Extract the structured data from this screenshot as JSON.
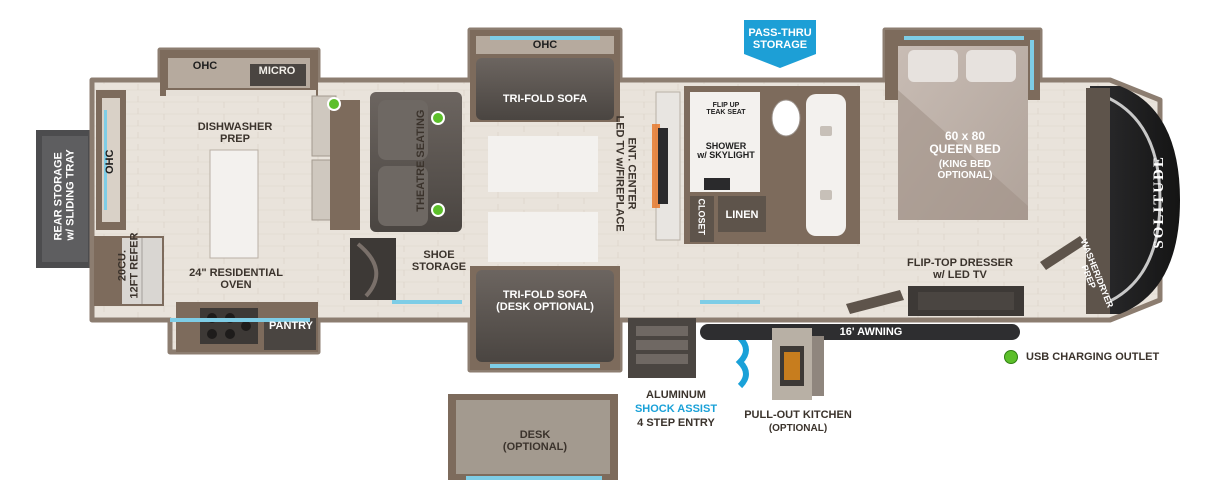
{
  "labels": {
    "rear_storage": "REAR STORAGE\nw/ SLIDING TRAY",
    "ohc_rear": "OHC",
    "ohc_top_left": "OHC",
    "micro": "MICRO",
    "dishwasher_prep": "DISHWASHER\nPREP",
    "refer": "20CU.\n12FT REFER",
    "residential_oven": "24\" RESIDENTIAL\nOVEN",
    "pantry": "PANTRY",
    "theatre_seating": "THEATRE SEATING",
    "shoe_storage": "SHOE\nSTORAGE",
    "ohc_top_middle": "OHC",
    "trifold_sofa_top": "TRI-FOLD SOFA",
    "trifold_sofa_bottom": "TRI-FOLD SOFA\n(DESK OPTIONAL)",
    "ent_center": "ENT. CENTER\nLED TV w/FIREPLACE",
    "pass_thru_storage": "PASS-THRU\nSTORAGE",
    "flip_up_teak": "FLIP UP\nTEAK SEAT",
    "shower": "SHOWER\nw/ SKYLIGHT",
    "closet": "CLOSET",
    "linen": "LINEN",
    "queen_bed": "60 x 80\nQUEEN BED",
    "king_bed": "(KING BED\nOPTIONAL)",
    "brand": "SOLITUDE",
    "washer_dryer": "WASHER/DRYER\nPREP",
    "flip_top_dresser": "FLIP-TOP DRESSER\nw/ LED TV",
    "awning": "16' AWNING",
    "usb_legend": "USB CHARGING OUTLET",
    "aluminum": "ALUMINUM",
    "shock_assist": "SHOCK ASSIST",
    "step_entry": "4 STEP ENTRY",
    "pull_out_kitchen": "PULL-OUT KITCHEN",
    "pull_out_optional": "(OPTIONAL)",
    "desk": "DESK\n(OPTIONAL)"
  },
  "colors": {
    "floor": "#e6e0d8",
    "wall": "#8c7d70",
    "wall_dark": "#5e544b",
    "cabinet": "#7d6b5c",
    "sofa": "#5b5550",
    "window": "#7ecde6",
    "usb": "#5cbf2a",
    "badge": "#1d9fd6",
    "accent_blue": "#1aa1d8",
    "rear_storage": "#4c4c4e"
  }
}
